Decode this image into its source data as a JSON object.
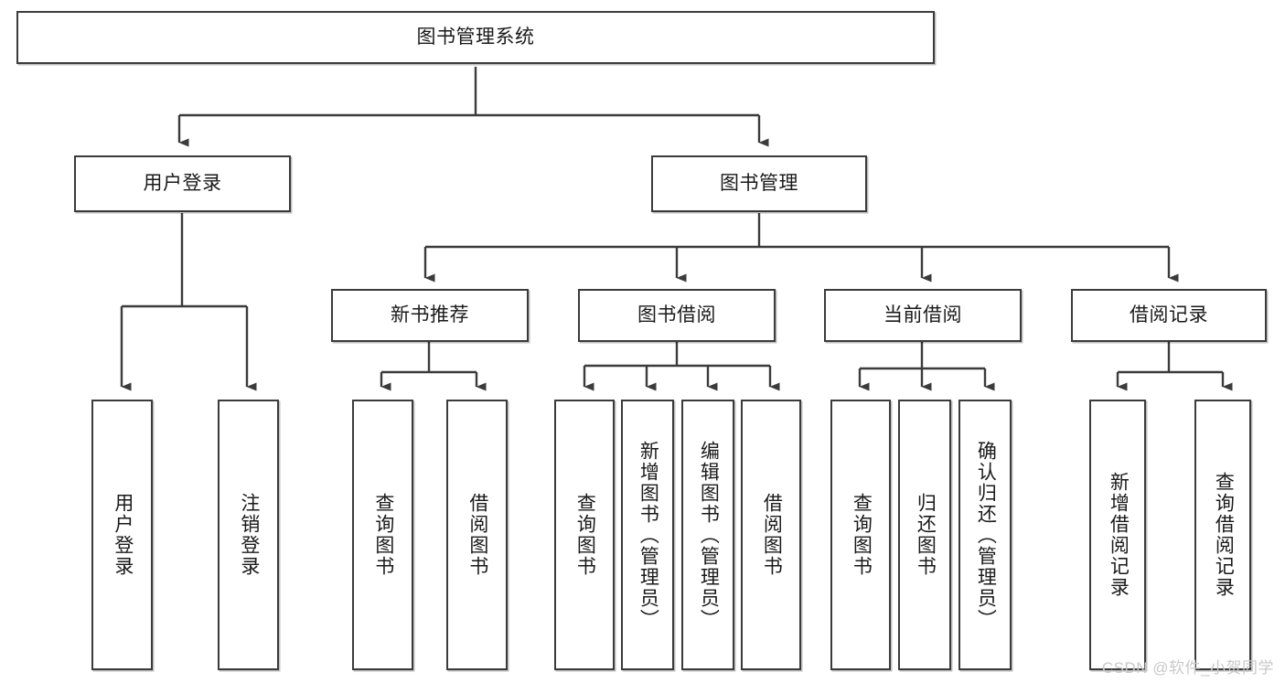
{
  "diagram": {
    "title": "图书管理系统",
    "type": "tree-hierarchy",
    "watermark": "CSDN @软件_小贺同学",
    "colors": {
      "background": "#ffffff",
      "box_fill": "#ffffff",
      "box_border": "#3b3b3b",
      "connector": "#3b3b3b",
      "text": "#1a1a1a",
      "watermark": "#c9c9c9"
    },
    "nodes": {
      "root": {
        "label": "图书管理系统"
      },
      "level2": [
        {
          "label": "用户登录"
        },
        {
          "label": "图书管理"
        }
      ],
      "level3": [
        {
          "label": "新书推荐"
        },
        {
          "label": "图书借阅"
        },
        {
          "label": "当前借阅"
        },
        {
          "label": "借阅记录"
        }
      ],
      "leaves_user_login": [
        {
          "label": "用户登录"
        },
        {
          "label": "注销登录"
        }
      ],
      "leaves_new_book": [
        {
          "label": "查询图书"
        },
        {
          "label": "借阅图书"
        }
      ],
      "leaves_borrow": [
        {
          "label": "查询图书"
        },
        {
          "label": "新增图书（管理员）"
        },
        {
          "label": "编辑图书（管理员）"
        },
        {
          "label": "借阅图书"
        }
      ],
      "leaves_current": [
        {
          "label": "查询图书"
        },
        {
          "label": "归还图书"
        },
        {
          "label": "确认归还（管理员）"
        }
      ],
      "leaves_record": [
        {
          "label": "新增借阅记录"
        },
        {
          "label": "查询借阅记录"
        }
      ]
    }
  }
}
